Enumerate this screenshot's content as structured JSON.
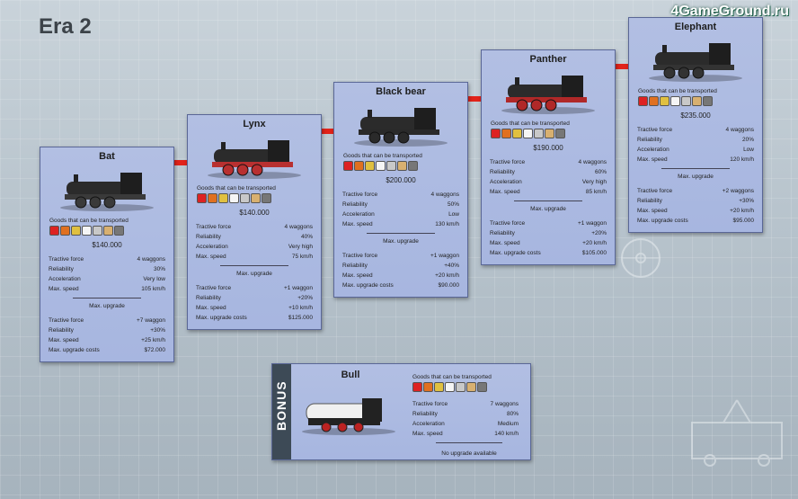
{
  "era_title": "Era 2",
  "watermark": "4GameGround.ru",
  "labels": {
    "goods": "Goods that can be transported",
    "tractive": "Tractive force",
    "reliability": "Reliability",
    "acceleration": "Acceleration",
    "max_speed": "Max. speed",
    "max_upgrade": "Max. upgrade",
    "upgrade_costs": "Max. upgrade costs"
  },
  "trains": [
    {
      "name": "Bat",
      "price": "$140.000",
      "tractive": "4 waggons",
      "reliability": "30%",
      "acceleration": "Very low",
      "speed": "105 km/h",
      "up_tractive": "+7 waggon",
      "up_reliability": "+30%",
      "up_speed": "+25 km/h",
      "up_cost": "$72.000",
      "color": "#3a3a3a"
    },
    {
      "name": "Lynx",
      "price": "$140.000",
      "tractive": "4 waggons",
      "reliability": "40%",
      "acceleration": "Very high",
      "speed": "75 km/h",
      "up_tractive": "+1 waggon",
      "up_reliability": "+20%",
      "up_speed": "+10 km/h",
      "up_cost": "$125.000",
      "color": "#b83030"
    },
    {
      "name": "Black bear",
      "price": "$200.000",
      "tractive": "4 waggons",
      "reliability": "50%",
      "acceleration": "Low",
      "speed": "130 km/h",
      "up_tractive": "+1 waggon",
      "up_reliability": "+40%",
      "up_speed": "+20 km/h",
      "up_cost": "$90.000",
      "color": "#2a2a2a"
    },
    {
      "name": "Panther",
      "price": "$190.000",
      "tractive": "4 waggons",
      "reliability": "60%",
      "acceleration": "Very high",
      "speed": "85 km/h",
      "up_tractive": "+1 waggon",
      "up_reliability": "+20%",
      "up_speed": "+20 km/h",
      "up_cost": "$105.000",
      "color": "#b02828"
    },
    {
      "name": "Elephant",
      "price": "$235.000",
      "tractive": "4 waggons",
      "reliability": "20%",
      "acceleration": "Low",
      "speed": "120 km/h",
      "up_tractive": "+2 waggons",
      "up_reliability": "+30%",
      "up_speed": "+20 km/h",
      "up_cost": "$95.000",
      "color": "#333333"
    }
  ],
  "bonus": {
    "tab": "BONUS",
    "name": "Bull",
    "tractive": "7 waggons",
    "reliability": "80%",
    "acceleration": "Medium",
    "speed": "140 km/h",
    "no_upgrade": "No upgrade available"
  },
  "goods_icons": [
    "red-goods",
    "orange-goods",
    "yellow-goods",
    "white-goods",
    "grey-goods",
    "box-goods",
    "tool-goods"
  ],
  "colors": {
    "card": "#aab8e1",
    "arrow": "#e2231a",
    "tab": "#3d4a56"
  }
}
